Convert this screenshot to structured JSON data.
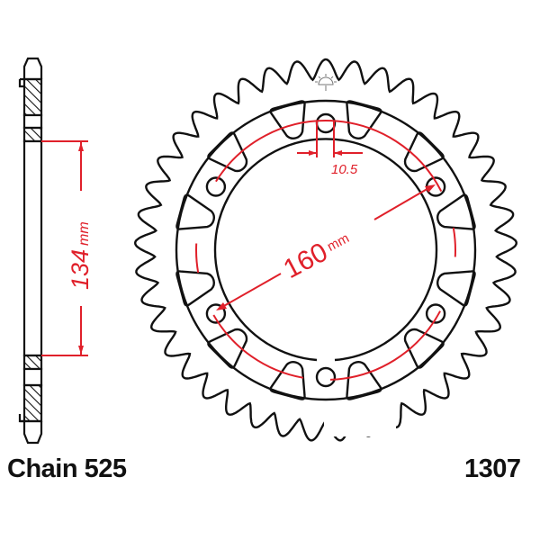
{
  "diagram": {
    "type": "rear sprocket technical drawing",
    "colors": {
      "outline": "#111111",
      "dimension": "#e0202a",
      "background": "#ffffff"
    },
    "labels": {
      "chain": "Chain 525",
      "part_number": "1307"
    },
    "dimensions": {
      "inner_spacing": {
        "value": "134",
        "unit": "mm"
      },
      "bolt_circle_diameter": {
        "value": "160",
        "unit": "mm"
      },
      "bolt_hole_diameter": {
        "value": "10.5",
        "unit": ""
      }
    },
    "sprocket": {
      "teeth_count": 41,
      "bolt_holes": 6,
      "lightening_cutouts": 12
    },
    "icons": [
      "sun-logo-icon"
    ]
  }
}
